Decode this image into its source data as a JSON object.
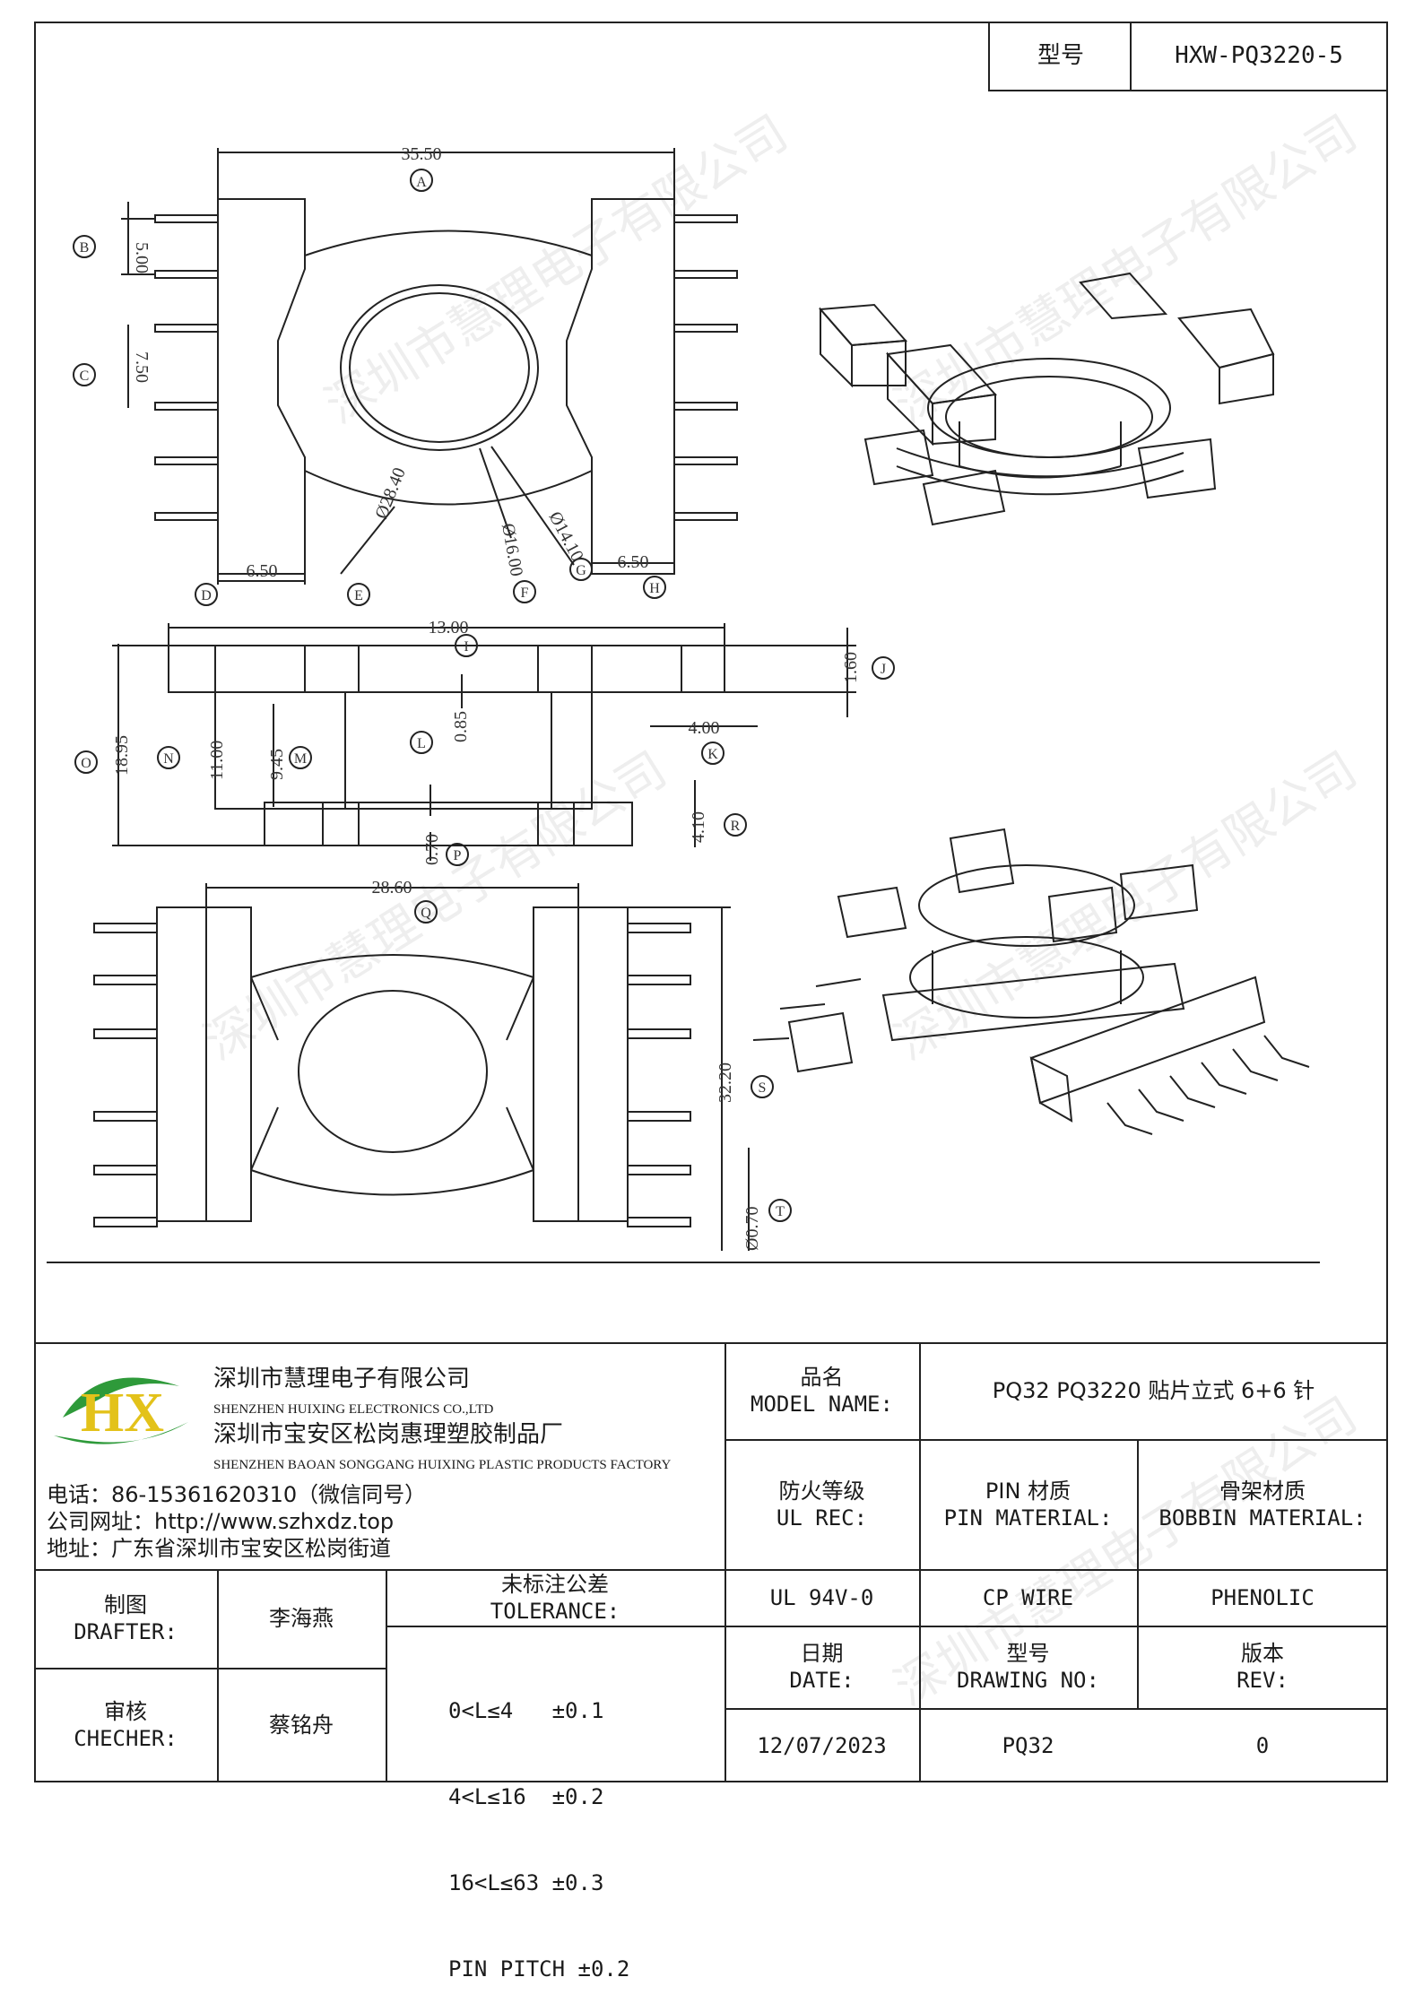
{
  "header": {
    "type_label": "型号",
    "type_value": "HXW-PQ3220-5"
  },
  "watermark": "深圳市慧理电子有限公司",
  "drawing": {
    "top_view": {
      "dim_a": "35.50",
      "mark_a": "A",
      "dim_b": "5.00",
      "mark_b": "B",
      "dim_c": "7.50",
      "mark_c": "C",
      "dim_d": "6.50",
      "mark_d": "D",
      "dim_e": "Ø28.40",
      "mark_e": "E",
      "dim_f": "Ø16.00",
      "mark_f": "F",
      "dim_g": "Ø14.10",
      "mark_g": "G",
      "dim_h": "6.50",
      "mark_h": "H"
    },
    "side_view": {
      "dim_i": "13.00",
      "mark_i": "I",
      "dim_j": "1.60",
      "mark_j": "J",
      "dim_k": "4.00",
      "mark_k": "K",
      "dim_l": "0.85",
      "mark_l": "L",
      "dim_m": "9.45",
      "mark_m": "M",
      "dim_n": "11.00",
      "mark_n": "N",
      "dim_o": "18.95",
      "mark_o": "O",
      "dim_p": "0.70",
      "mark_p": "P",
      "dim_r": "4.10",
      "mark_r": "R"
    },
    "bottom_view": {
      "dim_q": "28.60",
      "mark_q": "Q",
      "dim_s": "32.20",
      "mark_s": "S",
      "dim_t": "Ø0.70",
      "mark_t": "T"
    }
  },
  "title_block": {
    "company_cn": "深圳市慧理电子有限公司",
    "company_en": "SHENZHEN HUIXING ELECTRONICS CO.,LTD",
    "factory_cn": "深圳市宝安区松岗惠理塑胶制品厂",
    "factory_en": "SHENZHEN BAOAN SONGGANG HUIXING PLASTIC PRODUCTS FACTORY",
    "phone": "电话：86-15361620310（微信同号）",
    "website": "公司网址：http://www.szhxdz.top",
    "address": "地址：广东省深圳市宝安区松岗街道",
    "logo_text": "HX",
    "model_name_cn": "品名",
    "model_name_en": "MODEL NAME:",
    "model_name_value": "PQ32 PQ3220 贴片立式 6+6 针",
    "fire_cn": "防火等级",
    "fire_en": "UL REC:",
    "pin_cn": "PIN 材质",
    "pin_en": "PIN MATERIAL:",
    "bobbin_cn": "骨架材质",
    "bobbin_en": "BOBBIN MATERIAL:",
    "ul_value": "UL 94V-0",
    "pin_value": "CP WIRE",
    "bobbin_value": "PHENOLIC",
    "drafter_cn": "制图",
    "drafter_en": "DRAFTER:",
    "drafter_name": "李海燕",
    "checker_cn": "审核",
    "checker_en": "CHECHER:",
    "checker_name": "蔡铭舟",
    "tolerance_cn": "未标注公差",
    "tolerance_en": "TOLERANCE:",
    "tolerance_lines": [
      "0<L≤4   ±0.1",
      "4<L≤16  ±0.2",
      "16<L≤63 ±0.3",
      "PIN PITCH ±0.2"
    ],
    "date_cn": "日期",
    "date_en": "DATE:",
    "date_value": "12/07/2023",
    "drawing_no_cn": "型号",
    "drawing_no_en": "DRAWING NO:",
    "drawing_no_value": "PQ32",
    "rev_cn": "版本",
    "rev_en": "REV:",
    "rev_value": "0"
  },
  "colors": {
    "line": "#222222",
    "logo_green": "#2e9a3a",
    "logo_yellow": "#e3c21a"
  }
}
